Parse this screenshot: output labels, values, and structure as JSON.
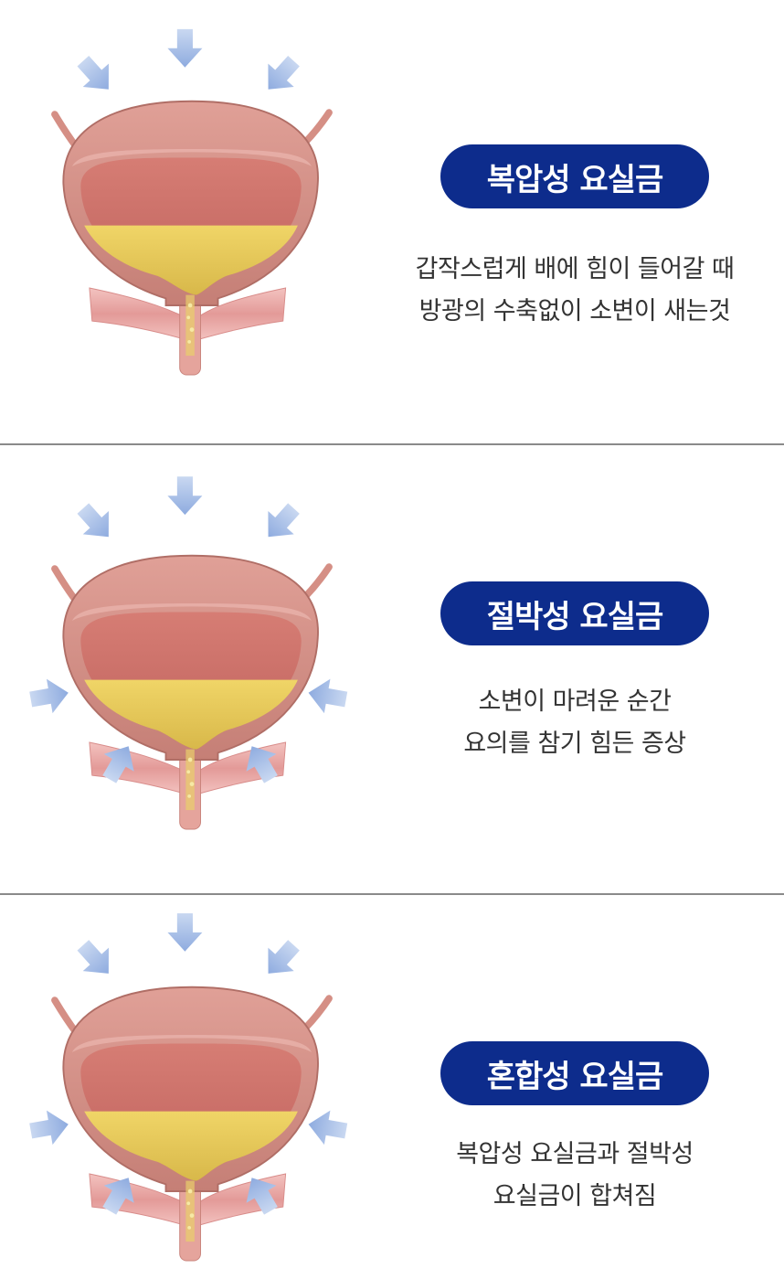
{
  "sections": [
    {
      "title": "복압성 요실금",
      "lines": [
        "갑작스럽게 배에 힘이 들어갈 때",
        "방광의 수축없이 소변이 새는것"
      ],
      "side_arrows": false
    },
    {
      "title": "절박성 요실금",
      "lines": [
        "소변이 마려운 순간",
        "요의를 참기 힘든 증상"
      ],
      "side_arrows": true
    },
    {
      "title": "혼합성 요실금",
      "lines": [
        "복압성 요실금과 절박성",
        "요실금이 합쳐짐"
      ],
      "side_arrows": true
    }
  ],
  "colors": {
    "badge": "#0d2c8c",
    "badge_text": "#ffffff",
    "divider": "#8a8a8a",
    "bladder_wall": "#d98f86",
    "bladder_inner": "#c9706a",
    "urine": "#e6c95a",
    "arrow": "#9bb5e3"
  },
  "icons": [
    "down-arrow-icon",
    "side-arrow-icon"
  ]
}
